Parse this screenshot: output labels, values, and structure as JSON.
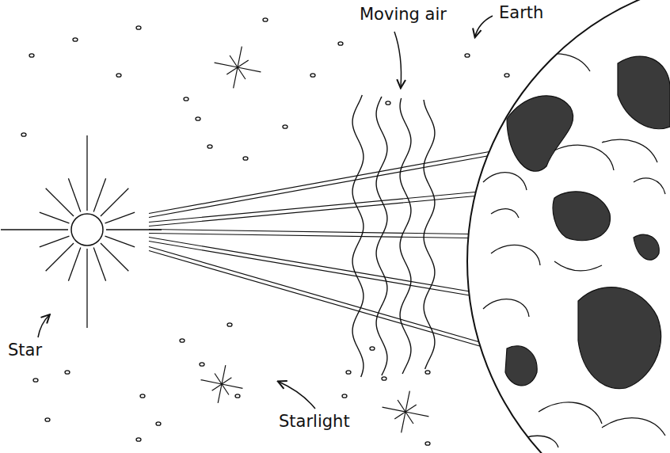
{
  "diagram": {
    "labels": [
      "Moving air",
      "Earth",
      "Star",
      "Starlight"
    ]
  }
}
